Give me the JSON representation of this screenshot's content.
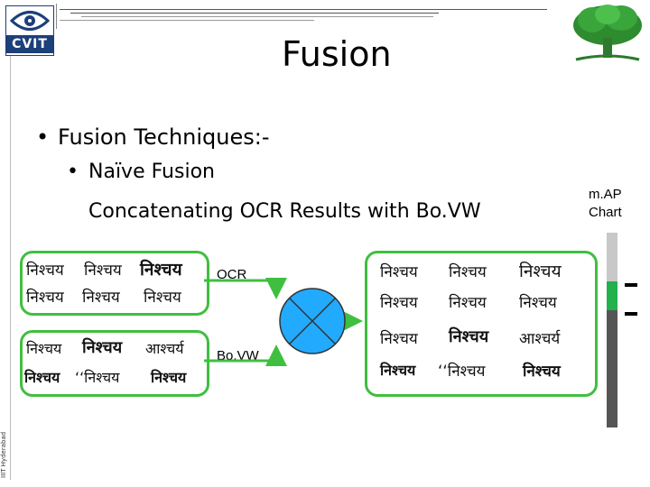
{
  "header": {
    "logo_text": "CVIT",
    "title": "Fusion"
  },
  "bullets": {
    "level1": "Fusion Techniques:-",
    "level2": "Naïve Fusion",
    "level2_sub": "Concatenating OCR Results with Bo.VW"
  },
  "diagram": {
    "ocr_label": "OCR",
    "bovw_label": "Bo.VW",
    "ocr_box_words": [
      "निश्चय",
      "निश्चय",
      "निश्चय",
      "निश्चय",
      "निश्चय",
      "निश्चय"
    ],
    "bovw_box_words": [
      "निश्चय",
      "निश्चय",
      "आश्चर्य",
      "निश्चय",
      "‘‘निश्चय",
      "निश्चय"
    ],
    "result_row1": [
      "निश्चय",
      "निश्चय",
      "निश्चय"
    ],
    "result_row2": [
      "निश्चय",
      "निश्चय",
      "निश्चय"
    ],
    "result_row3": [
      "निश्चय",
      "निश्चय",
      "आश्चर्य"
    ],
    "result_row4": [
      "निश्चय",
      "‘‘निश्चय",
      "निश्चय"
    ]
  },
  "map_chart": {
    "label_line1": "m.AP",
    "label_line2": "Chart",
    "colors": {
      "gray": "#c8c8c8",
      "green": "#22b14c",
      "dark": "#555555"
    }
  },
  "footer": {
    "side_text": "IIIT Hyderabad"
  },
  "colors": {
    "box_border": "#3fbf3f",
    "circle_fill": "#22aaff",
    "arrow": "#3fbf3f",
    "logo_blue": "#1d3f7a"
  }
}
